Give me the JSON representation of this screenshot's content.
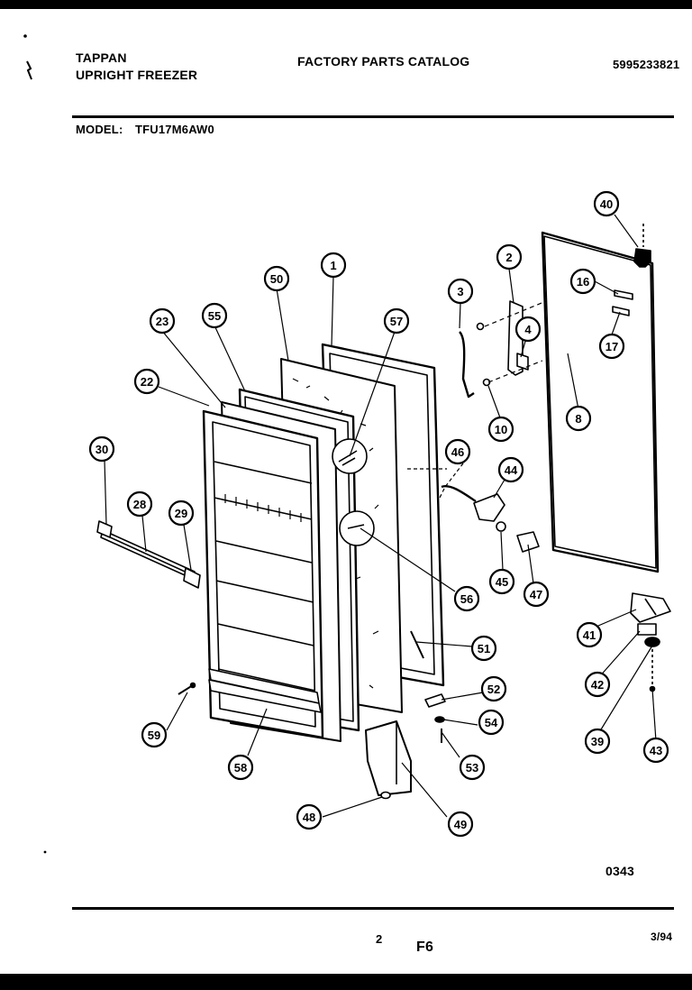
{
  "header": {
    "brand": "TAPPAN",
    "product": "UPRIGHT FREEZER",
    "catalog": "FACTORY PARTS CATALOG",
    "part_number": "5995233821"
  },
  "model": {
    "label": "MODEL:",
    "value": "TFU17M6AW0"
  },
  "callouts": [
    "1",
    "2",
    "3",
    "4",
    "8",
    "10",
    "16",
    "17",
    "22",
    "23",
    "28",
    "29",
    "30",
    "39",
    "40",
    "41",
    "42",
    "43",
    "44",
    "45",
    "46",
    "47",
    "48",
    "49",
    "50",
    "51",
    "52",
    "53",
    "54",
    "55",
    "56",
    "57",
    "58",
    "59"
  ],
  "footer": {
    "drawing_code": "0343",
    "page_number": "2",
    "section": "F6",
    "date": "3/94"
  },
  "colors": {
    "ink": "#000000",
    "paper": "#ffffff"
  }
}
